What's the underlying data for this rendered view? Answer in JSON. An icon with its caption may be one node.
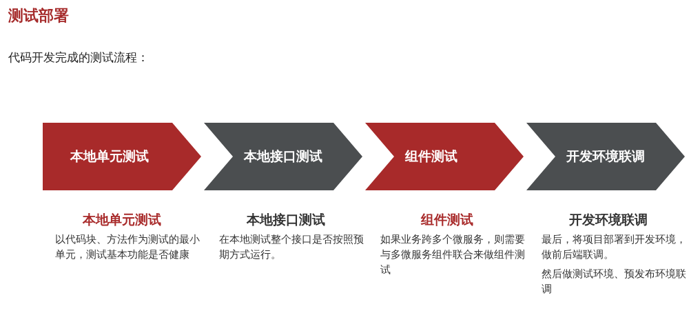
{
  "diagram": {
    "title": "测试部署",
    "nodes": [
      {
        "text": [
          "本地单元测试"
        ],
        "beside": [
          "本地单元测试",
          "以代码块、方法作为测试的最小单元，测试基本功能是否健康"
        ]
      },
      {
        "text": [
          "本地接口测试"
        ],
        "beside": [
          "本地接口测试",
          "在本地测试整个接口是否按照预期方式运行。"
        ]
      },
      {
        "text": [
          "组件测试"
        ],
        "beside": [
          "组件测试",
          "如果业务跨多个微服务，则需要与多微服务组件联合来做组件测试"
        ]
      },
      {
        "text": [
          "开发环境联调"
        ],
        "beside": [
          "开发环境联调",
          "最后，将项目部署到开发环境，做前后端联调。",
          "然后做测试环境、预发布环境联调"
        ]
      }
    ],
    "edges": [],
    "labels": [
      "代码开发完成的测试流程："
    ]
  }
}
